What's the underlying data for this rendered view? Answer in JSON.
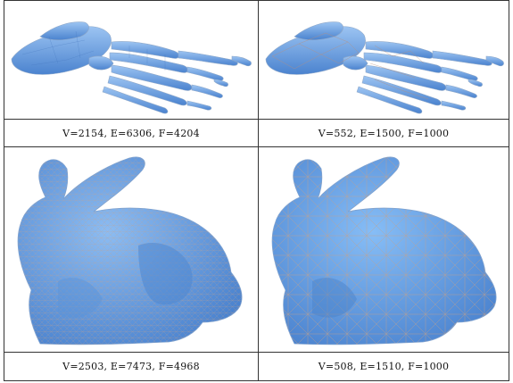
{
  "captions": {
    "foot_full": "V=2154, E=6306, F=4204",
    "foot_simplified": "V=552, E=1500, F=1000",
    "bunny_full": "V=2503, E=7473, F=4968",
    "bunny_simplified": "V=508, E=1510, F=1000"
  },
  "colors": {
    "mesh_fill": "#6aa6e8",
    "mesh_shade": "#4b83cf",
    "mesh_edge": "#c9a086",
    "border": "#333333"
  }
}
